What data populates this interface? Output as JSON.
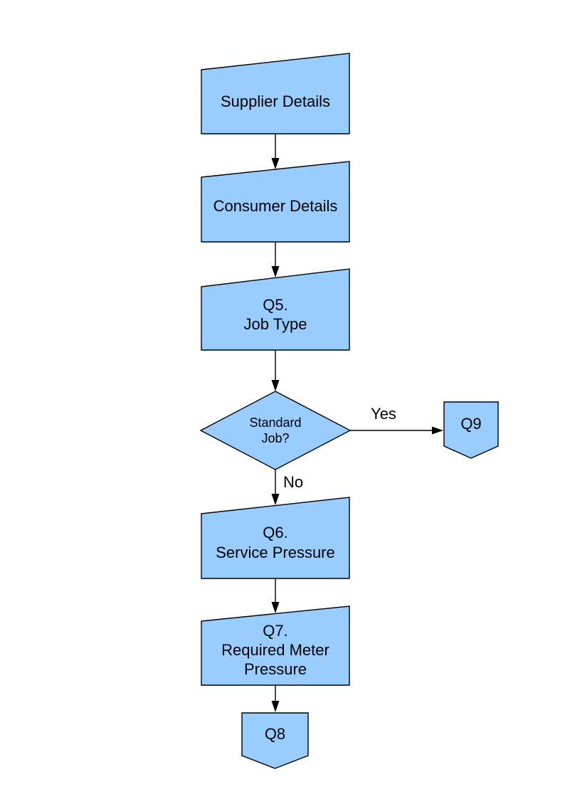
{
  "page": {
    "background_color": "#ffffff"
  },
  "diagram": {
    "node_fill": "#99CCFF",
    "node_stroke": "#000000",
    "arrow_color": "#000000",
    "nodes": [
      {
        "id": "supplier-details",
        "type": "manual-input",
        "label": "Supplier Details"
      },
      {
        "id": "consumer-details",
        "type": "manual-input",
        "label": "Consumer Details"
      },
      {
        "id": "q5-job-type",
        "type": "manual-input",
        "label": "Q5.\nJob Type"
      },
      {
        "id": "standard-job-decision",
        "type": "decision",
        "label": "Standard\nJob?"
      },
      {
        "id": "q9-connector",
        "type": "off-page-connector",
        "label": "Q9"
      },
      {
        "id": "q6-service-pressure",
        "type": "manual-input",
        "label": "Q6.\nService Pressure"
      },
      {
        "id": "q7-required-meter-pressure",
        "type": "manual-input",
        "label": "Q7.\nRequired Meter\nPressure"
      },
      {
        "id": "q8-connector",
        "type": "off-page-connector",
        "label": "Q8"
      }
    ],
    "edges": [
      {
        "from": "supplier-details",
        "to": "consumer-details",
        "label": ""
      },
      {
        "from": "consumer-details",
        "to": "q5-job-type",
        "label": ""
      },
      {
        "from": "q5-job-type",
        "to": "standard-job-decision",
        "label": ""
      },
      {
        "from": "standard-job-decision",
        "to": "q9-connector",
        "label": "Yes"
      },
      {
        "from": "standard-job-decision",
        "to": "q6-service-pressure",
        "label": "No"
      },
      {
        "from": "q6-service-pressure",
        "to": "q7-required-meter-pressure",
        "label": ""
      },
      {
        "from": "q7-required-meter-pressure",
        "to": "q8-connector",
        "label": ""
      }
    ]
  }
}
